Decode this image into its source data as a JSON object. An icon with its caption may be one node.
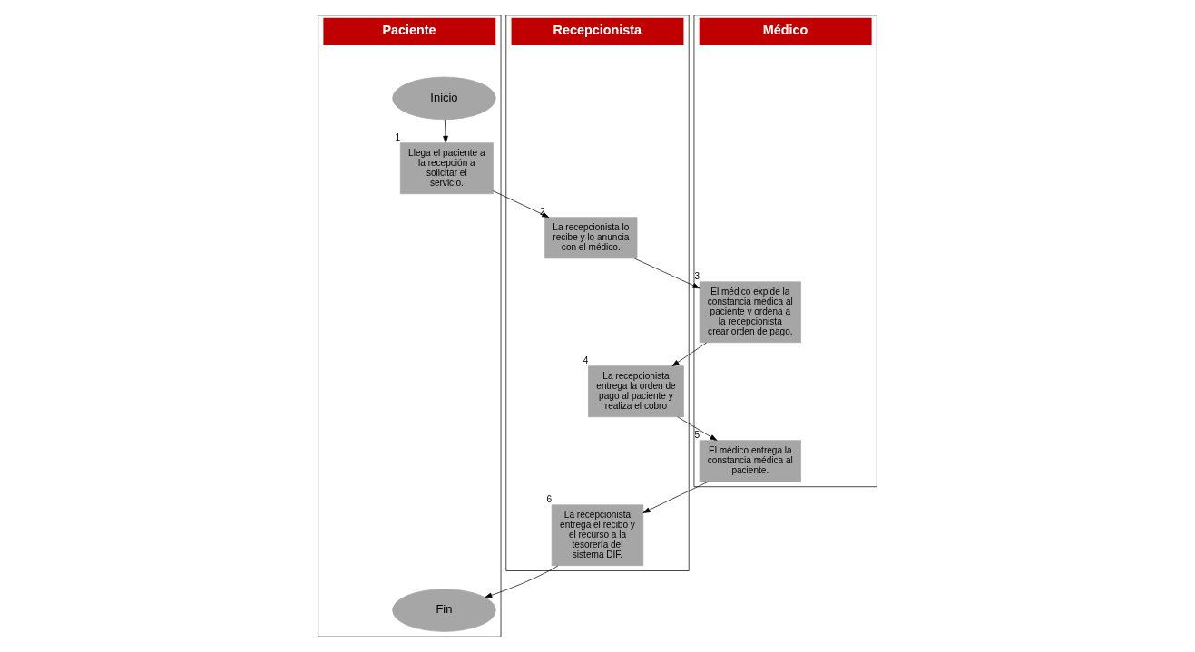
{
  "diagram": {
    "nodes": [
      {
        "text": [
          "Paciente"
        ]
      },
      {
        "text": [
          "Recepcionista"
        ]
      },
      {
        "text": [
          "Médico"
        ]
      },
      {
        "text": [
          "Inicio"
        ],
        "in": 0
      },
      {
        "text": [
          "Llega el paciente a la recepción a solicitar el servicio."
        ],
        "in": 0,
        "beside": [
          "1"
        ]
      },
      {
        "text": [
          "La recepcionista lo recibe y lo anuncia con el médico."
        ],
        "in": 1,
        "beside": [
          "2"
        ]
      },
      {
        "text": [
          "El médico expide la constancia medica al paciente y ordena a la recepcionista crear orden de pago."
        ],
        "in": 2,
        "beside": [
          "3"
        ]
      },
      {
        "text": [
          "La recepcionista entrega la orden de pago al paciente y realiza el cobro"
        ],
        "in": 1,
        "beside": [
          "4"
        ]
      },
      {
        "text": [
          "El médico entrega la constancia médica al paciente."
        ],
        "in": 2,
        "beside": [
          "5"
        ]
      },
      {
        "text": [
          "La recepcionista entrega el recibo y el recurso a la tesorería del sistema DIF."
        ],
        "in": 1,
        "beside": [
          "6"
        ]
      },
      {
        "text": [
          "Fin"
        ],
        "in": 0
      }
    ],
    "edges": [
      {
        "from": 3,
        "to": 4,
        "arrow": "to"
      },
      {
        "from": 4,
        "to": 5,
        "arrow": "to"
      },
      {
        "from": 5,
        "to": 6,
        "arrow": "to"
      },
      {
        "from": 6,
        "to": 7,
        "arrow": "to"
      },
      {
        "from": 7,
        "to": 8,
        "arrow": "to"
      },
      {
        "from": 8,
        "to": 9,
        "arrow": "to"
      },
      {
        "from": 9,
        "to": 10,
        "arrow": "to"
      }
    ]
  }
}
